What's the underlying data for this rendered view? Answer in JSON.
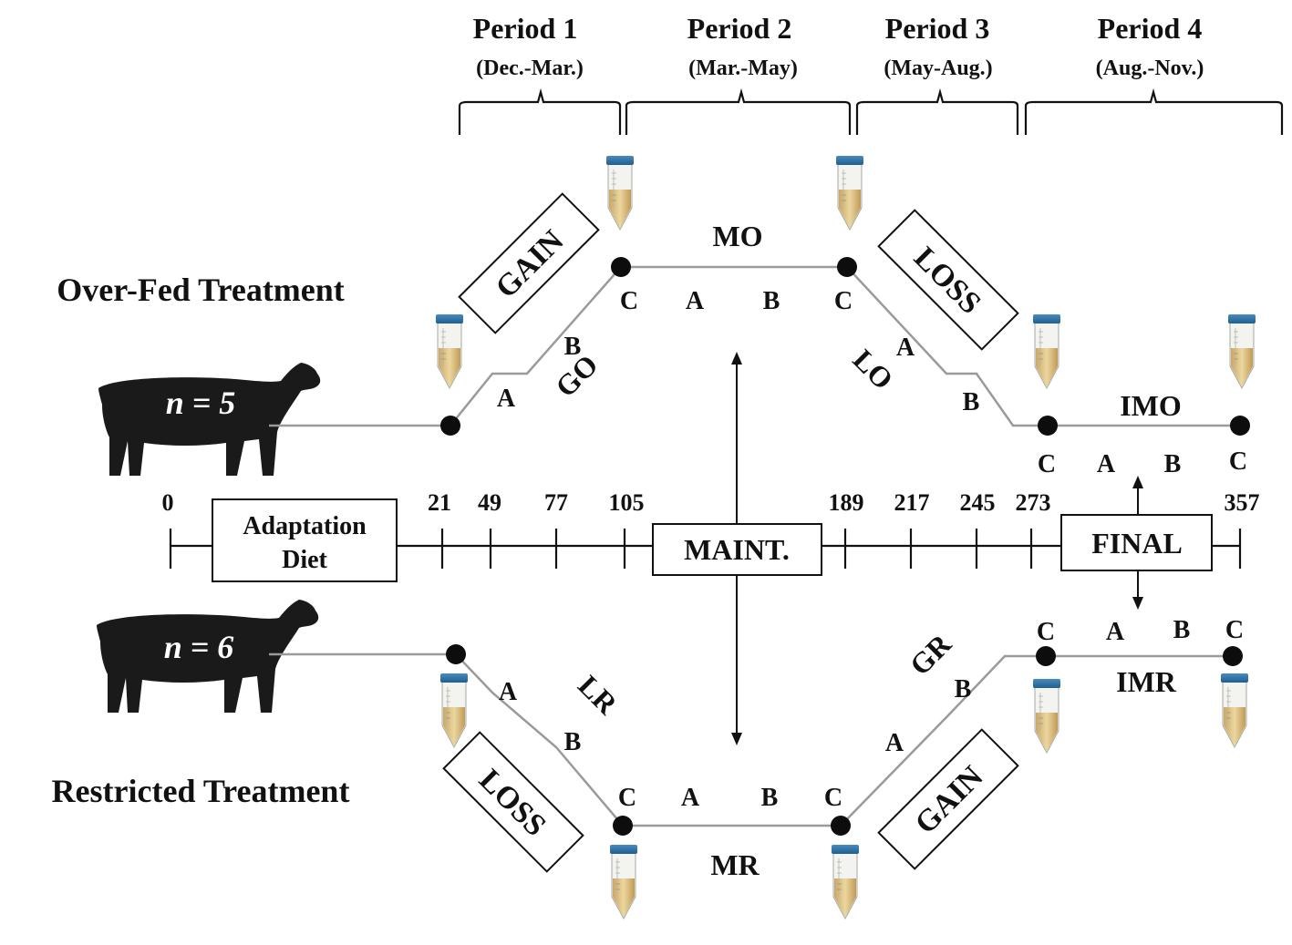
{
  "periods": [
    {
      "title": "Period 1",
      "months": "(Dec.-Mar.)"
    },
    {
      "title": "Period 2",
      "months": "(Mar.-May)"
    },
    {
      "title": "Period 3",
      "months": "(May-Aug.)"
    },
    {
      "title": "Period 4",
      "months": "(Aug.-Nov.)"
    }
  ],
  "treatments": {
    "overfed": {
      "label": "Over-Fed Treatment",
      "n_label": "n = 5"
    },
    "restricted": {
      "label": "Restricted Treatment",
      "n_label": "n = 6"
    }
  },
  "timeline": {
    "days": [
      "0",
      "21",
      "49",
      "77",
      "105",
      "189",
      "217",
      "245",
      "273",
      "357"
    ],
    "adaptation": [
      "Adaptation",
      "Diet"
    ],
    "maint": "MAINT.",
    "final": "FINAL"
  },
  "phase_boxes": {
    "gain": "GAIN",
    "loss": "LOSS"
  },
  "segments": {
    "go": "GO",
    "mo": "MO",
    "lo": "LO",
    "imo": "IMO",
    "lr": "LR",
    "mr": "MR",
    "gr": "GR",
    "imr": "IMR"
  },
  "sample_letters": {
    "a": "A",
    "b": "B",
    "c": "C"
  }
}
